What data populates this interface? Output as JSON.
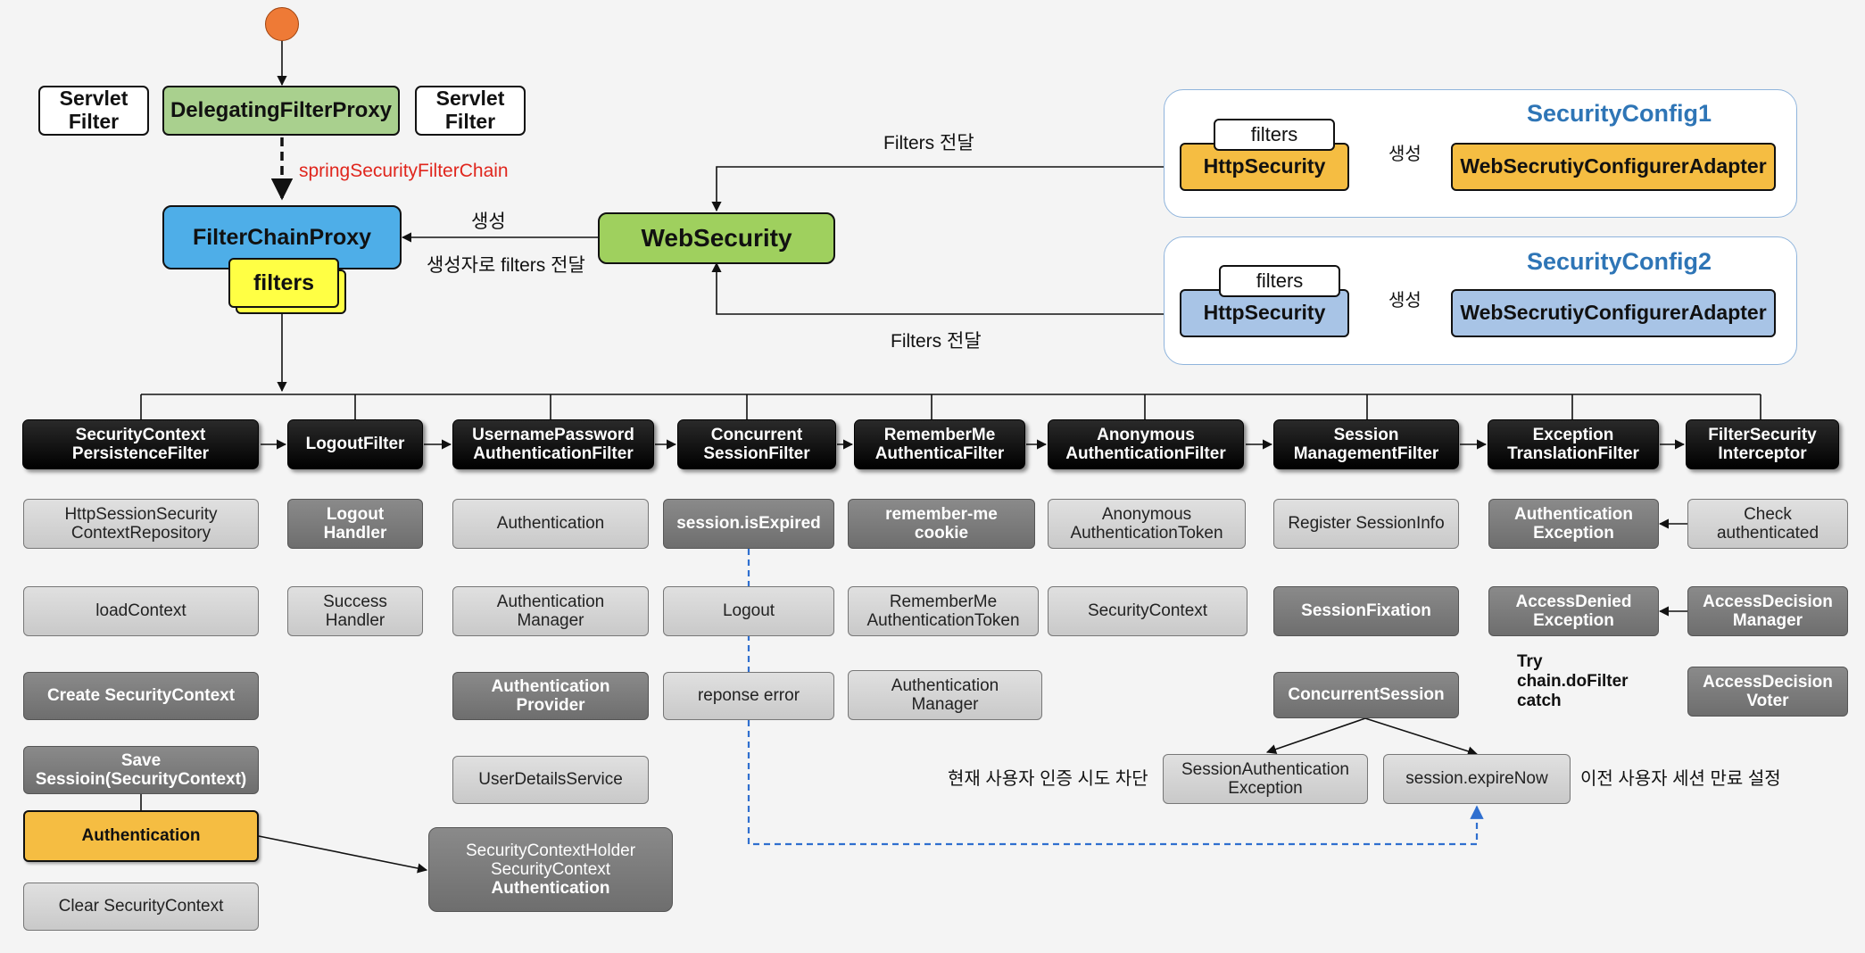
{
  "top": {
    "servlet_filter_left": "Servlet\nFilter",
    "delegating_filter_proxy": "DelegatingFilterProxy",
    "servlet_filter_right": "Servlet\nFilter",
    "spring_security_filter_chain": "springSecurityFilterChain",
    "filter_chain_proxy": "FilterChainProxy",
    "filters": "filters",
    "creation_label": "생성",
    "pass_filters_label": "생성자로 filters 전달",
    "web_security": "WebSecurity",
    "filters_pass_top": "Filters 전달",
    "filters_pass_bottom": "Filters 전달"
  },
  "configs": [
    {
      "title": "SecurityConfig1",
      "filters_tab": "filters",
      "http_security": "HttpSecurity",
      "creation_label": "생성",
      "adapter": "WebSecrutiyConfigurerAdapter"
    },
    {
      "title": "SecurityConfig2",
      "filters_tab": "filters",
      "http_security": "HttpSecurity",
      "creation_label": "생성",
      "adapter": "WebSecrutiyConfigurerAdapter"
    }
  ],
  "chain": [
    "SecurityContext\nPersistenceFilter",
    "LogoutFilter",
    "UsernamePassword\nAuthenticationFilter",
    "Concurrent\nSessionFilter",
    "RememberMe\nAuthenticaFilter",
    "Anonymous\nAuthenticationFilter",
    "Session\nManagementFilter",
    "Exception\nTranslationFilter",
    "FilterSecurity\nInterceptor"
  ],
  "col_scpf": [
    "HttpSessionSecurity\nContextRepository",
    "loadContext",
    "Create SecurityContext",
    "Save\nSessioin(SecurityContext)",
    "Authentication",
    "Clear SecurityContext"
  ],
  "col_logout": [
    "Logout\nHandler",
    "Success\nHandler"
  ],
  "col_upaf": [
    "Authentication",
    "Authentication\nManager",
    "Authentication\nProvider",
    "UserDetailsService"
  ],
  "sch_box": {
    "line1": "SecurityContextHolder",
    "line2": "SecurityContext",
    "line3": "Authentication"
  },
  "col_csf": [
    "session.isExpired",
    "Logout",
    "reponse error"
  ],
  "col_remember": [
    "remember-me\ncookie",
    "RememberMe\nAuthenticationToken",
    "Authentication\nManager"
  ],
  "col_anon": [
    "Anonymous\nAuthenticationToken",
    "SecurityContext"
  ],
  "col_smf": [
    "Register SessionInfo",
    "SessionFixation",
    "ConcurrentSession",
    "SessionAuthentication\nException",
    "session.expireNow"
  ],
  "smf_labels": {
    "left": "현재 사용자 인증 시도 차단",
    "right": "이전 사용자 세션 만료 설정"
  },
  "col_etf": [
    "Authentication\nException",
    "AccessDenied\nException"
  ],
  "try_catch": "Try\nchain.doFilter\ncatch",
  "col_fsi": [
    "Check\nauthenticated",
    "AccessDecision\nManager",
    "AccessDecision\nVoter"
  ],
  "colors": {
    "chain_black": "#000000",
    "light_gray": "#d3d3d3",
    "dark_gray": "#7a7a7a",
    "orange": "#f5bd42",
    "blue": "#4eaee8",
    "green": "#9fd05e",
    "yellow": "#ffff44",
    "dashed_blue": "#2f6fcf",
    "red_text": "#e0261d"
  }
}
